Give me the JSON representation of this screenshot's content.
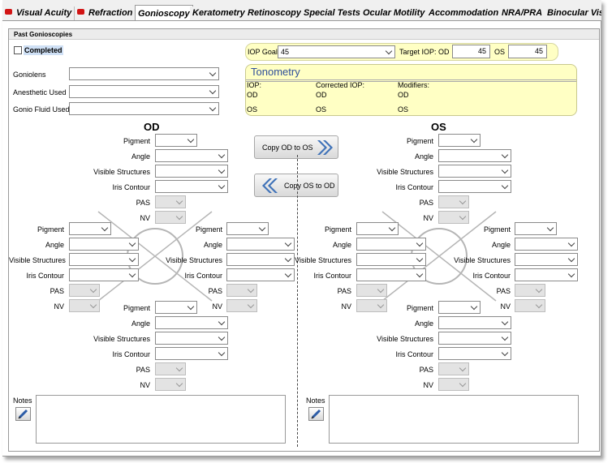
{
  "tabs": [
    {
      "label": "Visual Acuity",
      "flag": true
    },
    {
      "label": "Refraction",
      "flag": true
    },
    {
      "label": "Gonioscopy",
      "active": true
    },
    {
      "label": "Keratometry"
    },
    {
      "label": "Retinoscopy"
    },
    {
      "label": "Special Tests"
    },
    {
      "label": "Ocular Motility"
    },
    {
      "label": "Accommodation"
    },
    {
      "label": "NRA/PRA"
    },
    {
      "label": "Binocular Visi"
    }
  ],
  "panel_title": "Past Gonioscopies",
  "completed_label": "Completed",
  "iop": {
    "goal_label": "IOP Goal",
    "goal_value": "45",
    "target_label": "Target IOP:",
    "od_label": "OD",
    "od_value": "45",
    "os_label": "OS",
    "os_value": "45"
  },
  "tonometry": {
    "title": "Tonometry",
    "col_iop": "IOP:",
    "col_corrected": "Corrected IOP:",
    "col_modifiers": "Modifiers:",
    "od": "OD",
    "os": "OS"
  },
  "general": {
    "goniolens": "Goniolens",
    "anesthetic": "Anesthetic Used",
    "fluid": "Gonio Fluid Used"
  },
  "fields": {
    "pigment": "Pigment",
    "angle": "Angle",
    "visible": "Visible Structures",
    "iris": "Iris Contour",
    "pas": "PAS",
    "nv": "NV"
  },
  "eyes": {
    "od": "OD",
    "os": "OS"
  },
  "buttons": {
    "copy_od_os": "Copy OD to OS",
    "copy_os_od": "Copy OS to OD"
  },
  "notes_label": "Notes",
  "colors": {
    "flag": "#d21414",
    "tonometry_bg": "#ffffc4",
    "arrow": "#3f72b8"
  }
}
